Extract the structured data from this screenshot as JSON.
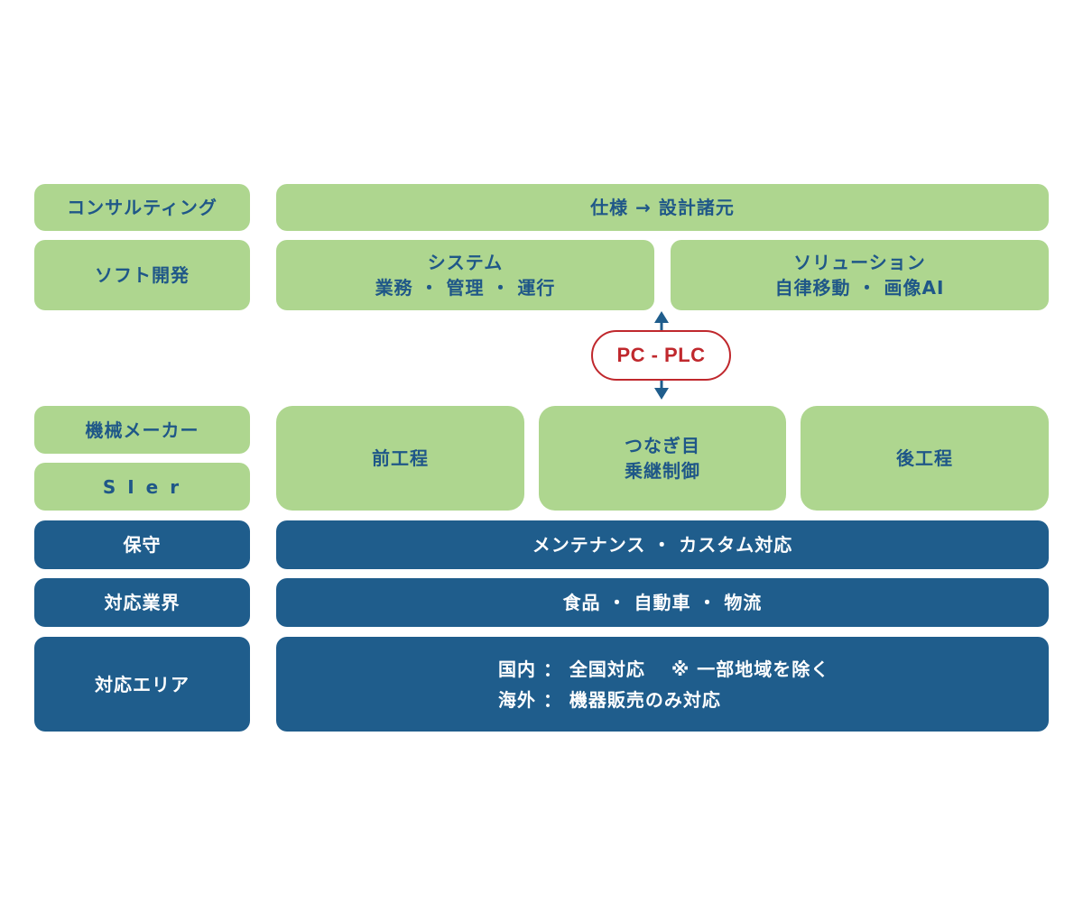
{
  "left": {
    "consulting": "コンサルティング",
    "software": "ソフト開発",
    "machine_maker": "機械メーカー",
    "sier": "S I e r",
    "maintenance": "保守",
    "industries": "対応業界",
    "area": "対応エリア"
  },
  "right": {
    "spec": "仕様 → 設計諸元",
    "system": [
      "システム",
      "業務 ・ 管理 ・ 運行"
    ],
    "solution": [
      "ソリューション",
      "自律移動 ・ 画像AI"
    ],
    "connector": "PC - PLC",
    "pre_process": "前工程",
    "joint": [
      "つなぎ目",
      "乗継制御"
    ],
    "post_process": "後工程",
    "maintenance_detail": "メンテナンス ・ カスタム対応",
    "industries_detail": "食品 ・ 自動車 ・ 物流",
    "area_detail": [
      "国内 ： 全国対応　 ※ 一部地域を除く",
      "海外 ： 機器販売のみ対応"
    ]
  },
  "colors": {
    "green": "#aed68f",
    "blue": "#1f5d8c",
    "dark_text": "#1f5788",
    "accent_red": "#c0282d"
  }
}
